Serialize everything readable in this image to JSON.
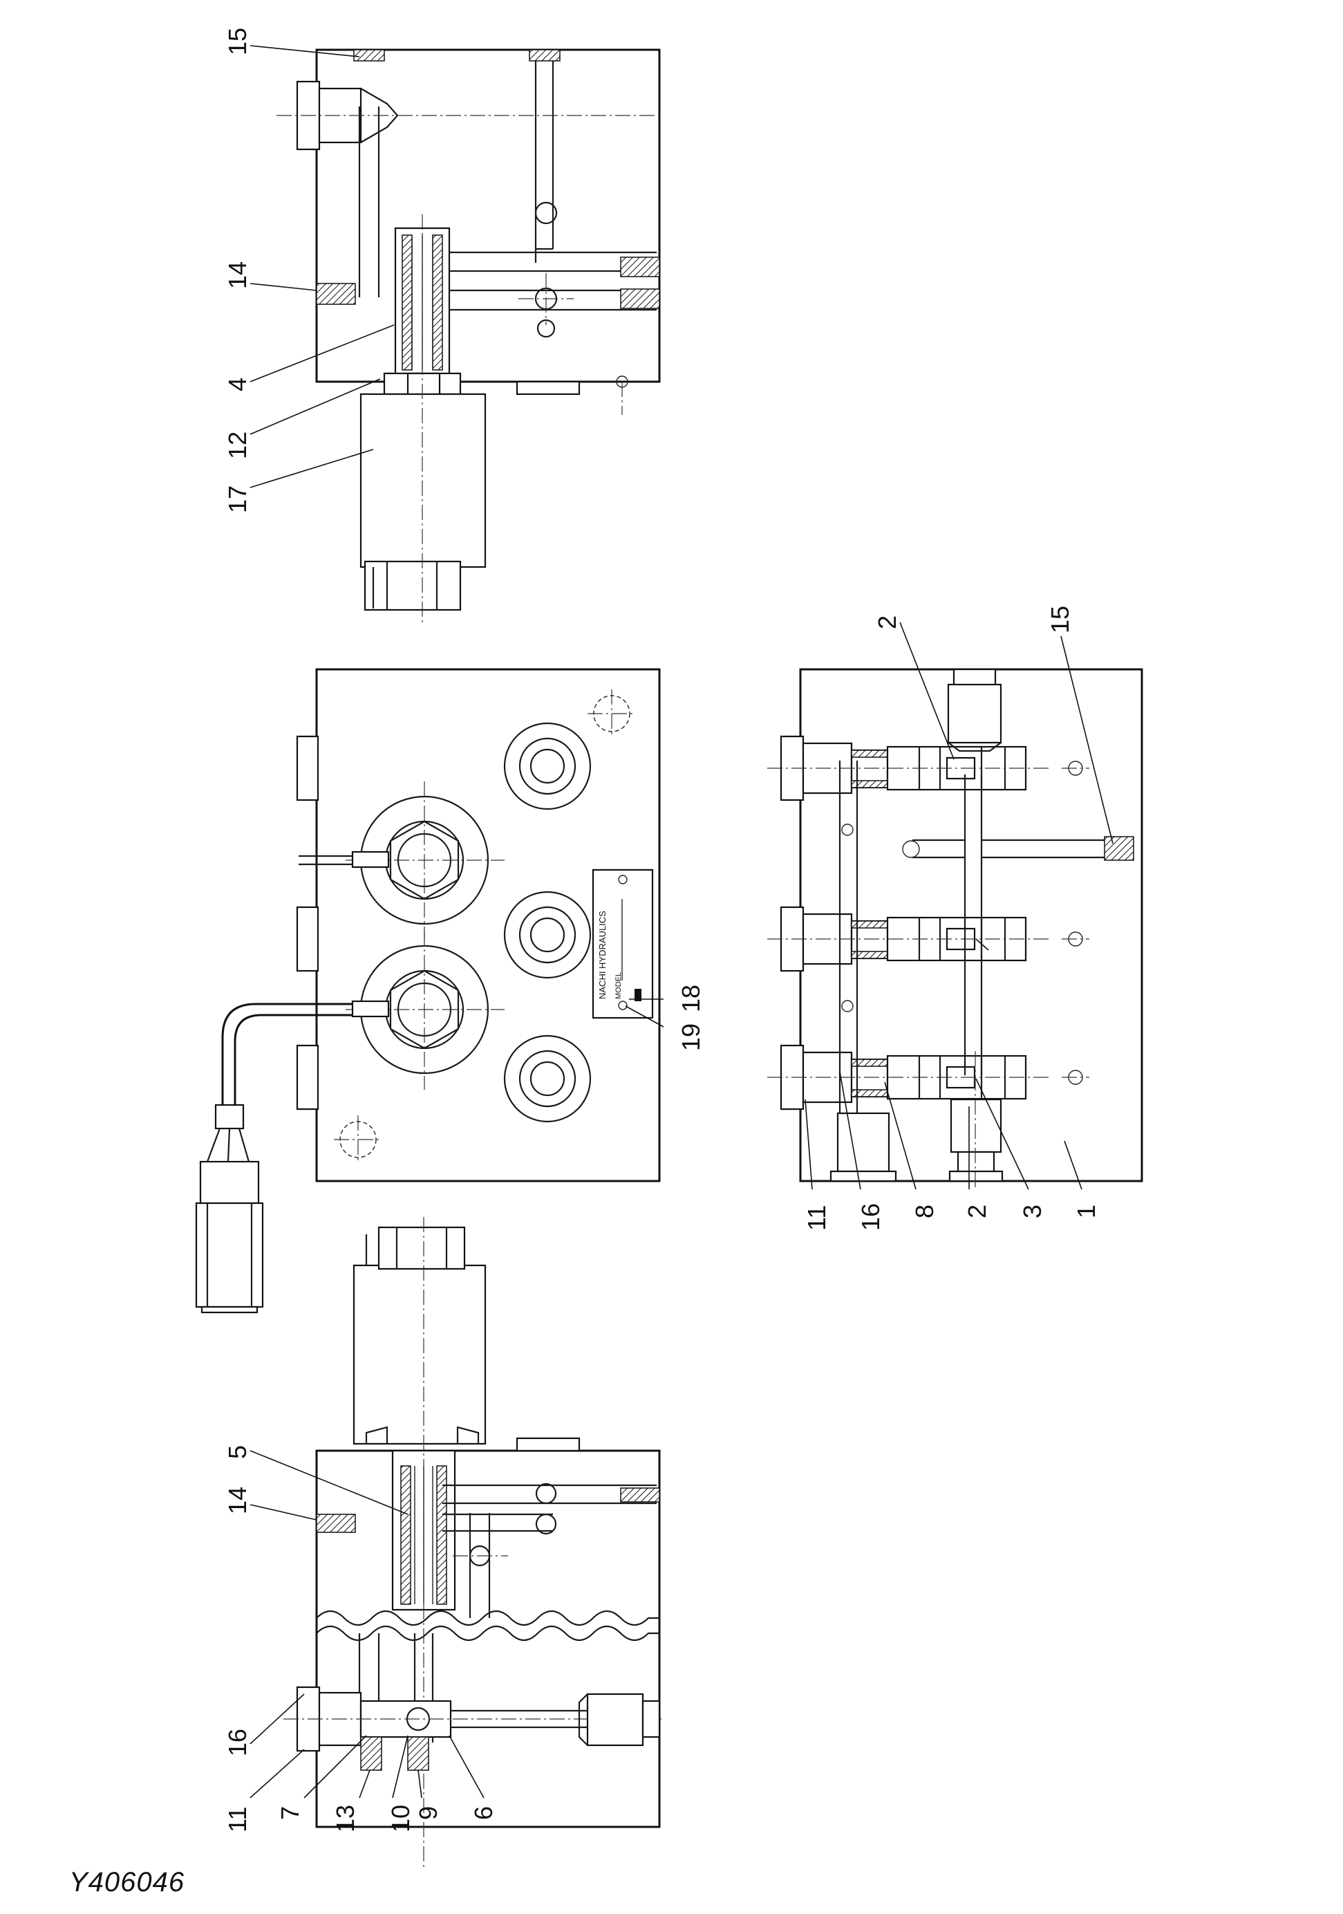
{
  "figure_id": "Y406046",
  "callouts": {
    "v1": [
      "15",
      "14",
      "4",
      "12",
      "17"
    ],
    "v2": [
      "18",
      "19"
    ],
    "v3": [
      "2",
      "15",
      "11",
      "16",
      "8",
      "2",
      "3",
      "1"
    ],
    "v4": [
      "5",
      "14",
      "16",
      "11",
      "7",
      "13",
      "10",
      "9",
      "6"
    ]
  },
  "nameplate": {
    "brand": "NACHI HYDRAULICS",
    "model": "MODEL"
  }
}
